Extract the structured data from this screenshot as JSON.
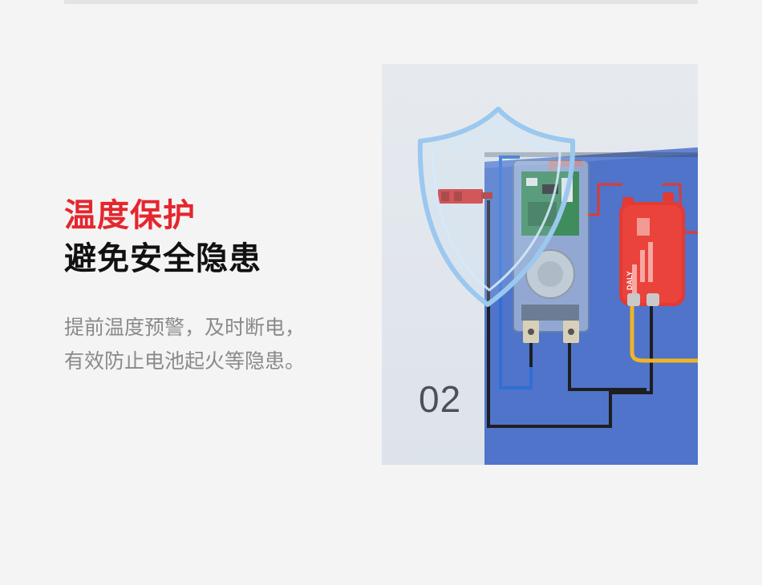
{
  "heading": {
    "accent": "温度保护",
    "main": "避免安全隐患"
  },
  "description": {
    "line1": "提前温度预警，及时断电，",
    "line2": "有效防止电池起火等隐患。"
  },
  "image": {
    "step_number": "02",
    "brand": "DALY"
  },
  "colors": {
    "accent": "#e5262e",
    "heading": "#111111",
    "body_text": "#8a8a8a",
    "background": "#f4f4f4",
    "battery_blue": "#4f74c9",
    "module_red": "#e33a33"
  }
}
